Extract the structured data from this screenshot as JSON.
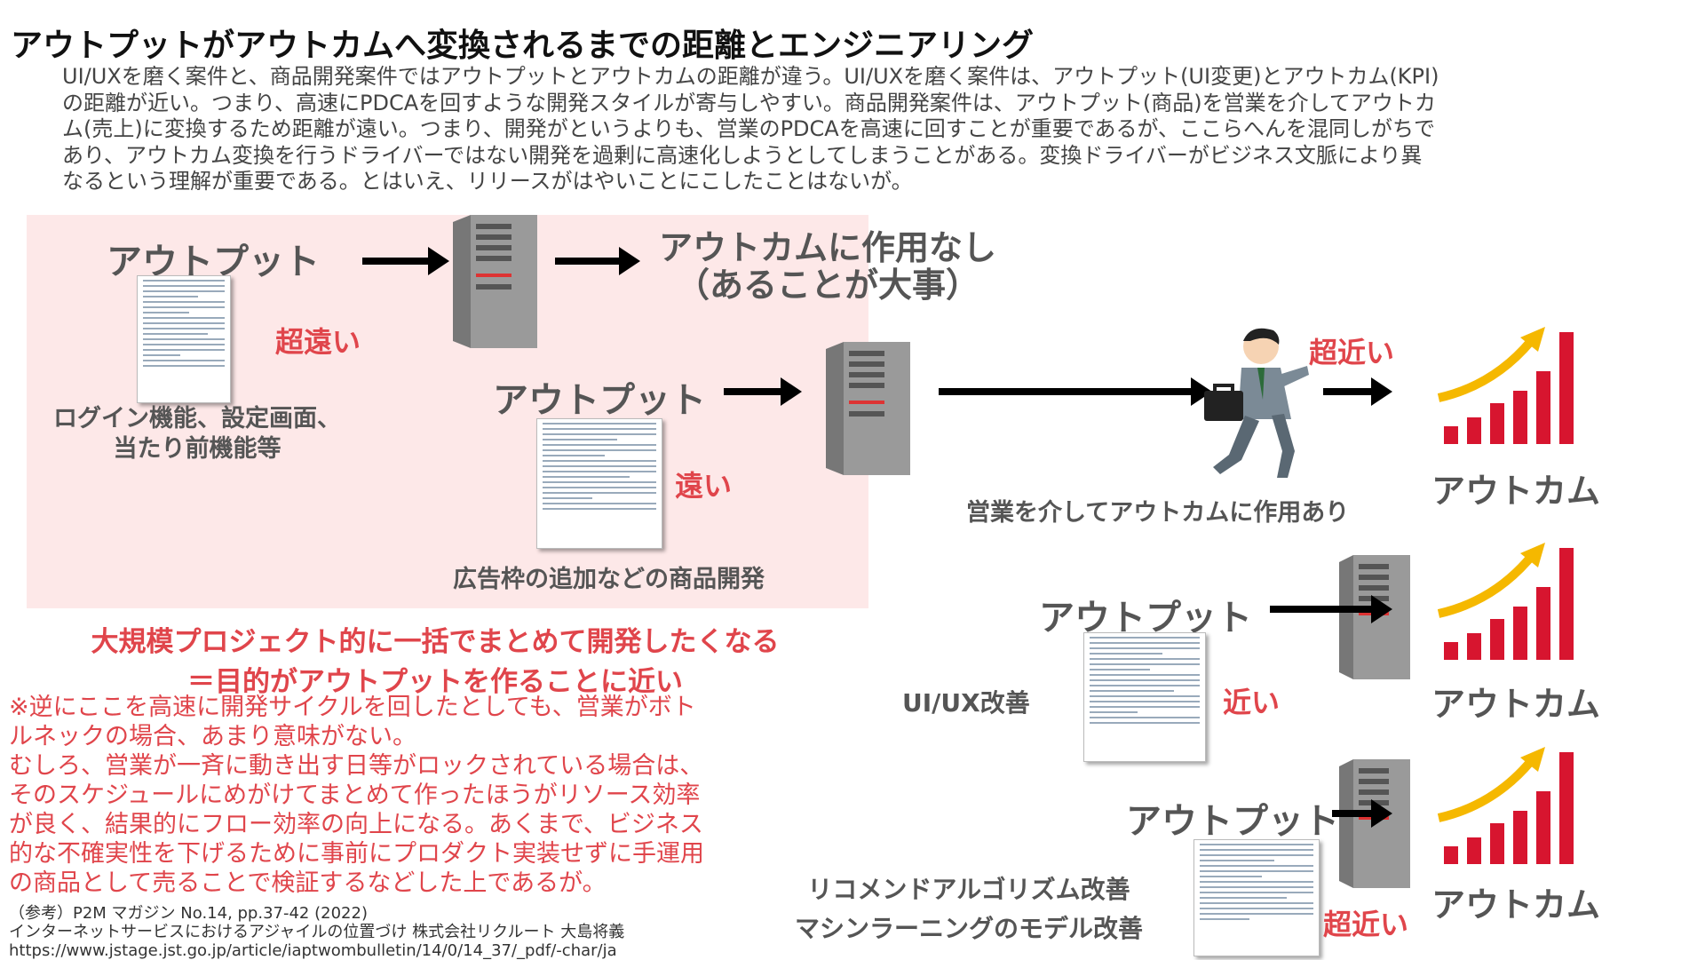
{
  "title": "アウトプットがアウトカムへ変換されるまでの距離とエンジニアリング",
  "intro_lines": [
    "UI/UXを磨く案件と、商品開発案件ではアウトプットとアウトカムの距離が違う。UI/UXを磨く案件は、アウトプット(UI変更)とアウトカム(KPI)",
    "の距離が近い。つまり、高速にPDCAを回すような開発スタイルが寄与しやすい。商品開発案件は、アウトプット(商品)を営業を介してアウトカ",
    "ム(売上)に変換するため距離が遠い。つまり、開発がというよりも、営業のPDCAを高速に回すことが重要であるが、ここらへんを混同しがちで",
    "あり、アウトカム変換を行うドライバーではない開発を過剰に高速化しようとしてしまうことがある。変換ドライバーがビジネス文脈により異",
    "なるという理解が重要である。とはいえ、リリースがはやいことにこしたことはないが。"
  ],
  "diagram": {
    "row1": {
      "output_label": "アウトプット",
      "distance": "超遠い",
      "caption_lines": [
        "ログイン機能、設定画面、",
        "当たり前機能等"
      ],
      "result_lines": [
        "アウトカムに作用なし",
        "（あることが大事）"
      ]
    },
    "row2": {
      "output_label": "アウトプット",
      "distance": "遠い",
      "caption": "広告枠の追加などの商品開発",
      "sales_caption": "営業を介してアウトカムに作用あり",
      "sales_distance": "超近い",
      "outcome_label": "アウトカム"
    },
    "row3": {
      "output_label": "アウトプット",
      "distance": "近い",
      "caption": "UI/UX改善",
      "outcome_label": "アウトカム"
    },
    "row4": {
      "output_label": "アウトプット",
      "distance": "超近い",
      "caption_lines": [
        "リコメンドアルゴリズム改善",
        "マシンラーニングのモデル改善"
      ],
      "outcome_label": "アウトカム"
    }
  },
  "bottom_heading_lines": [
    "大規模プロジェクト的に一括でまとめて開発したくなる",
    "＝目的がアウトプットを作ることに近い"
  ],
  "note_lines": [
    "※逆にここを高速に開発サイクルを回したとしても、営業がボト",
    "ルネックの場合、あまり意味がない。",
    "むしろ、営業が一斉に動き出す日等がロックされている場合は、",
    "そのスケジュールにめがけてまとめて作ったほうがリソース効率",
    "が良く、結果的にフロー効率の向上になる。あくまで、ビジネス",
    "的な不確実性を下げるために事前にプロダクト実装せずに手運用",
    "の商品として売ることで検証するなどした上であるが。"
  ],
  "reference_lines": [
    "（参考）P2M マガジン No.14, pp.37-42 (2022)",
    "インターネットサービスにおけるアジャイルの位置づけ 株式会社リクルート 大島将義",
    "https://www.jstage.jst.go.jp/article/iaptwombulletin/14/0/14_37/_pdf/-char/ja"
  ],
  "colors": {
    "accent_red": "#e0454b",
    "pink_bg": "#fde8e8",
    "bar_red": "#d7152f",
    "trend_yellow": "#f5b800"
  },
  "icons": [
    "document-icon",
    "server-icon",
    "salesperson-icon",
    "growth-chart-icon",
    "arrow-icon"
  ]
}
